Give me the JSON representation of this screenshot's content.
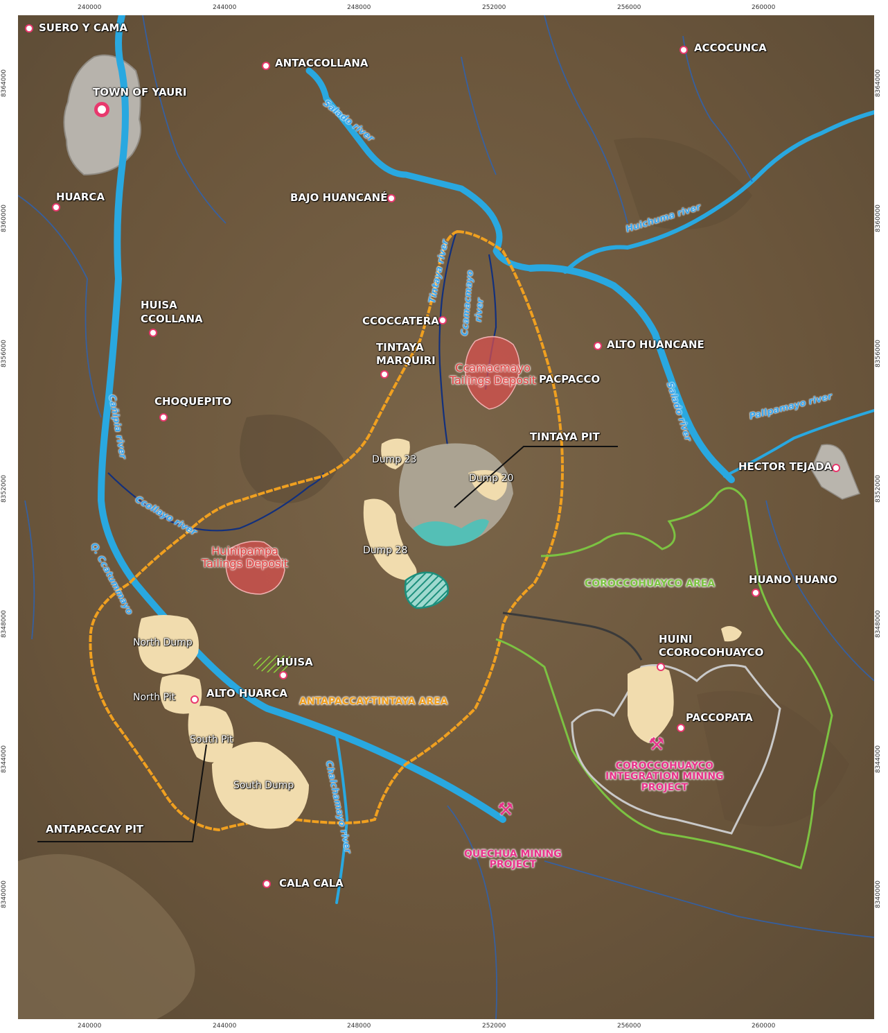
{
  "axes": {
    "x_ticks": [
      "240000",
      "244000",
      "248000",
      "252000",
      "256000",
      "260000"
    ],
    "y_ticks": [
      "8364000",
      "8360000",
      "8356000",
      "8352000",
      "8348000",
      "8344000",
      "8340000"
    ]
  },
  "places": {
    "suero": "SUERO Y CAMA",
    "antaccollana": "ANTACCOLLANA",
    "accocunca": "ACCOCUNCA",
    "yauri": "TOWN OF YAURI",
    "huarca": "HUARCA",
    "bajo_huancane": "BAJO HUANCANÉ",
    "huisa_ccollana_1": "HUISA",
    "huisa_ccollana_2": "CCOLLANA",
    "ccoccatera": "CCOCCATERA",
    "alto_huancane": "ALTO HUANCANE",
    "tintaya_marquiri_1": "TINTAYA",
    "tintaya_marquiri_2": "MARQUIRI",
    "pacpacco": "PACPACCO",
    "choquepito": "CHOQUEPITO",
    "tintaya_pit": "TINTAYA PIT",
    "hector_tejada": "HECTOR TEJADA",
    "huano_huano": "HUANO HUANO",
    "huisa": "HUISA",
    "alto_huarca": "ALTO HUARCA",
    "huini_1": "HUINI",
    "huini_2": "CCOROCOHUAYCO",
    "paccopata": "PACCOPATA",
    "antapaccay_pit": "ANTAPACCAY PIT",
    "cala_cala": "CALA CALA"
  },
  "dumps": {
    "dump23": "Dump 23",
    "dump20": "Dump 20",
    "dump28": "Dump 28",
    "north_dump": "North Dump",
    "north_pit": "North Pit",
    "south_pit": "South Pit",
    "south_dump": "South Dump"
  },
  "rivers": {
    "salado1": "Salado river",
    "huichuma": "Huichuma river",
    "tintaya": "Tintaya river",
    "ccamacmayo": "Ccamacmayo",
    "ccamacmayo2": "river",
    "salado2": "Salado river",
    "pallpamayo": "Pallpamayo river",
    "canipia": "Cañipia river",
    "ccollayo": "Ccollayo river",
    "ccatummayo": "Q. Ccatummayo",
    "chalchamayo": "Chalchamayo river"
  },
  "tailings": {
    "ccamacmayo_1": "Ccamacmayo",
    "ccamacmayo_2": "Tailings Deposit",
    "huinipampa_1": "Huinipampa",
    "huinipampa_2": "Tailings Deposit"
  },
  "areas": {
    "antapaccay_tintaya": "ANTAPACCAY-TINTAYA AREA",
    "coroccohuayco": "COROCCOHUAYCO AREA",
    "antapaccay_color": "#f0a020",
    "coroccohuayco_color": "#7cc242"
  },
  "projects": {
    "coroccohuayco_1": "COROCCOHUAYCO",
    "coroccohuayco_2": "INTEGRATION MINING",
    "coroccohuayco_3": "PROJECT",
    "quechua_1": "QUECHUA MINING",
    "quechua_2": "PROJECT",
    "icon": "pickaxe-icon",
    "color": "#e8338a"
  },
  "colors": {
    "river": "#29a8e0",
    "tailings": "#d94f4f",
    "dump": "#f1dcae",
    "marker": "#e8386d"
  }
}
